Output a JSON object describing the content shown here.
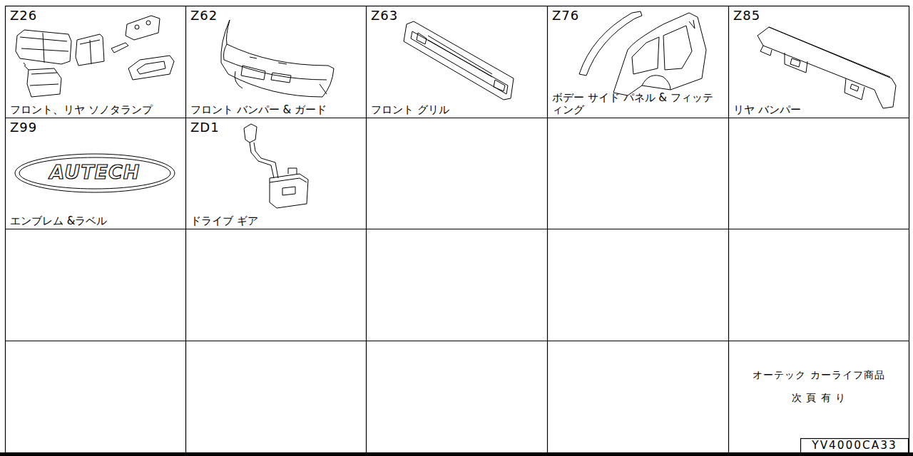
{
  "diagram": {
    "nodes": [
      {
        "text": [
          "Z26",
          "フロント、リヤ ソノタランプ"
        ]
      },
      {
        "text": [
          "Z62",
          "フロント バンパー & ガード"
        ]
      },
      {
        "text": [
          "Z63",
          "フロント グリル"
        ]
      },
      {
        "text": [
          "Z76",
          "ボデー サイド パネル & フィッティング"
        ]
      },
      {
        "text": [
          "Z85",
          "リヤ バンパー"
        ]
      },
      {
        "text": [
          "Z99",
          "エンブレム &ラベル"
        ]
      },
      {
        "text": [
          "ZD1",
          "ドライブ ギア"
        ]
      },
      {
        "text": [
          "オーテック カーライフ商品",
          "次 頁 有 り"
        ]
      },
      {
        "text": [
          "YV4000CA33"
        ]
      }
    ],
    "labels": [
      "AUTECH"
    ]
  }
}
